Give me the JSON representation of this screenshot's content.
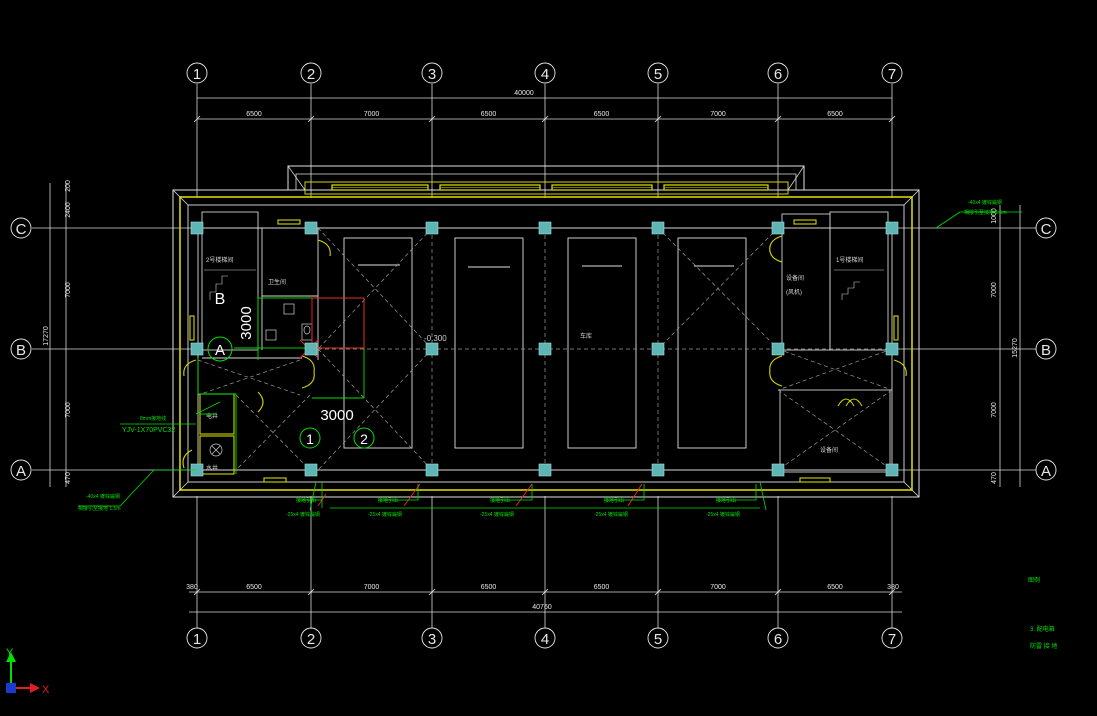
{
  "drawing": {
    "grid_columns": [
      "1",
      "2",
      "3",
      "4",
      "5",
      "6",
      "7"
    ],
    "grid_rows": [
      "C",
      "B",
      "A"
    ],
    "dims_top": [
      "6500",
      "7000",
      "6500",
      "6500",
      "7000",
      "6500"
    ],
    "dims_bottom": [
      "6500",
      "7000",
      "6500",
      "6500",
      "7000",
      "6500"
    ],
    "dim_overall_top": "40000",
    "dim_overall_bottom": "40760",
    "dim_edge_left": "380",
    "dim_edge_right": "380",
    "dims_left": [
      "200",
      "2400",
      "7000",
      "7000",
      "470"
    ],
    "dims_left_total": "17270",
    "dims_right": [
      "1000",
      "7000",
      "7000",
      "470"
    ],
    "dims_right_total": "15270",
    "markers": {
      "A": "A",
      "B": "B",
      "one": "1",
      "two": "2"
    },
    "measure_vertical": "3000",
    "measure_horizontal": "3000",
    "center_label": "-0.300",
    "cable_label": "YJV-1X70PVC32",
    "cable_small": "8mm接地线",
    "annotation_top_right": [
      "-40x4 镀锌扁钢",
      "相接引至接地 1.5m"
    ],
    "annotation_bottom_left": [
      "-40x4 镀锌扁钢",
      "相接引至接地 1.5m"
    ],
    "bottom_annots": [
      "-25x4 镀锌扁钢",
      "-25x4 镀锌扁钢",
      "-25x4 镀锌扁钢",
      "-25x4 镀锌扁钢",
      "-25x4 镀锌扁钢"
    ],
    "rooms": {
      "stair_left": "2号楼梯间",
      "stair_right": "1号楼梯间",
      "equip_right": "设备间",
      "equip_right_sub": "(风机)",
      "toilet": "卫生间",
      "hall": "车库",
      "room_lower_right": "设备间",
      "small_a": "电井",
      "small_b": "水井"
    },
    "legend_title": "图例",
    "legend_items": [
      "3.  配电箱",
      "防雷  接  地"
    ]
  },
  "axis": {
    "y": "Y",
    "x": "X"
  },
  "colors": {
    "bg": "#000000",
    "line": "#e6e6e6",
    "yellow": "#e6e600",
    "green": "#00ff00",
    "cyan": "#00e5e5",
    "teal": "#5fb4b4",
    "red": "#ff2020",
    "white": "#ffffff"
  }
}
